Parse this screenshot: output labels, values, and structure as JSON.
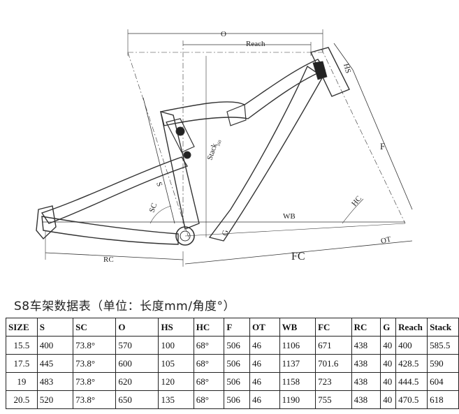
{
  "diagram": {
    "labels": {
      "o": "O",
      "reach": "Reach",
      "hs": "HS",
      "f": "F",
      "stack": "Stack",
      "s": "S",
      "sc": "SC",
      "wb": "WB",
      "hc": "HC",
      "g": "G",
      "ot": "OT",
      "rc": "RC",
      "fc": "FC",
      "angle_note": "160"
    }
  },
  "caption": "S8车架数据表（单位：长度mm/角度°）",
  "table": {
    "headers": [
      "SIZE",
      "S",
      "SC",
      "O",
      "HS",
      "HC",
      "F",
      "OT",
      "WB",
      "FC",
      "RC",
      "G",
      "Reach",
      "Stack"
    ],
    "rows": [
      [
        "15.5",
        "400",
        "73.8°",
        "570",
        "100",
        "68°",
        "506",
        "46",
        "1106",
        "671",
        "438",
        "40",
        "400",
        "585.5"
      ],
      [
        "17.5",
        "445",
        "73.8°",
        "600",
        "105",
        "68°",
        "506",
        "46",
        "1137",
        "701.6",
        "438",
        "40",
        "428.5",
        "590"
      ],
      [
        "19",
        "483",
        "73.8°",
        "620",
        "120",
        "68°",
        "506",
        "46",
        "1158",
        "723",
        "438",
        "40",
        "444.5",
        "604"
      ],
      [
        "20.5",
        "520",
        "73.8°",
        "650",
        "135",
        "68°",
        "506",
        "46",
        "1190",
        "755",
        "438",
        "40",
        "470.5",
        "618"
      ]
    ]
  }
}
